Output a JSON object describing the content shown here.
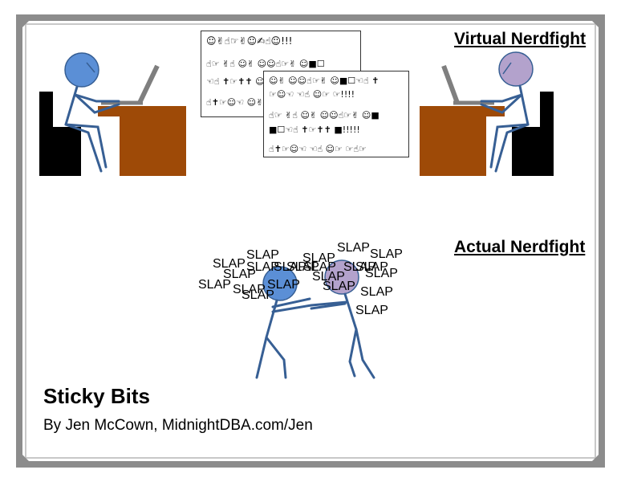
{
  "virtual_title": "Virtual Nerdfight",
  "actual_title": "Actual Nerdfight",
  "comic_title": "Sticky Bits",
  "byline": "By Jen McCown, MidnightDBA.com/Jen",
  "note_back": {
    "lines": [
      "☺✌☝☞✌☺✍☝☺!!!",
      "☝☞  ✌☝  ☺✌  ☺☺☝☞✌  ☺■☐",
      "☜☝  ✝☞✝✝  ☺✌☺☜",
      "☝✝☞☺☜  ☺✌  ☺"
    ]
  },
  "note_front": {
    "lines": [
      "☺✌  ☺☺☝☞✌  ☺■☐☜☝  ✝",
      "☞☺☜  ☜☝  ☺☞  ☞!!!!",
      "☝☞  ✌☝  ☺✌  ☺☺☝☞✌  ☺■",
      "■☐☜☝  ✝☞✝✝  ■!!!!!",
      "☝✝☞☺☜  ☜☝  ☺☞  ☞☝☞"
    ]
  },
  "slaps": [
    "SLAP",
    "SLAP",
    "SLAP",
    "SLAP",
    "SLAP",
    "SLAP",
    "SLAP",
    "SLAP",
    "SLAP",
    "SLAP",
    "SLAP",
    "SLAP",
    "SLAP",
    "SLAP",
    "SLAP",
    "SLAP",
    "SLAP",
    "SLAP",
    "SLAP",
    "SLAP",
    "SLAP"
  ],
  "colors": {
    "person_blue": "#5b8fd6",
    "person_purple": "#b3a2cc",
    "stroke": "#375f94",
    "desk": "#9e4a07",
    "chair": "#000000",
    "laptop": "#7f7f7f",
    "frame": "#8c8c8c"
  }
}
